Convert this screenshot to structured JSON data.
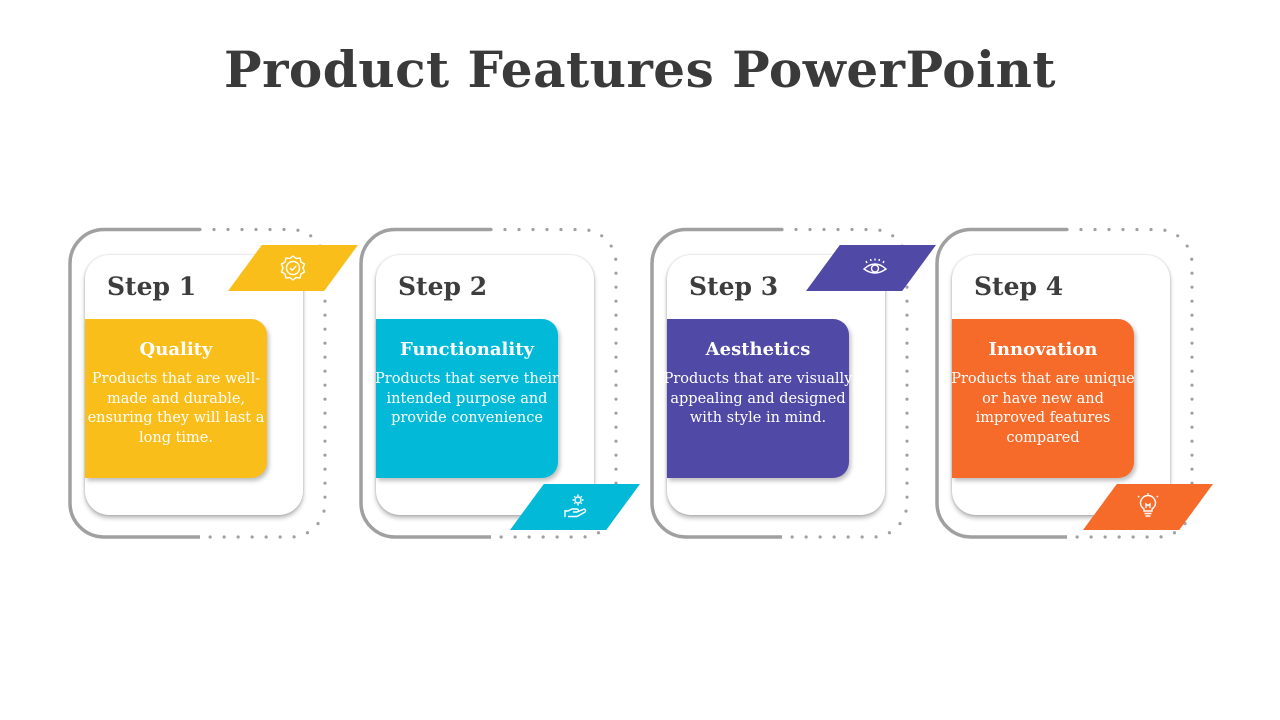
{
  "title": "Product Features PowerPoint",
  "steps": [
    {
      "step_label": "Step 1",
      "heading": "Quality",
      "description": "Products that are well-made and durable, ensuring they will last a long time.",
      "color": "#F9BE19",
      "icon": "badge-check-icon"
    },
    {
      "step_label": "Step 2",
      "heading": "Functionality",
      "description": "Products that serve their intended purpose and provide convenience",
      "color": "#02BAD8",
      "icon": "gear-hand-icon"
    },
    {
      "step_label": "Step 3",
      "heading": "Aesthetics",
      "description": "Products that are visually appealing and designed with style in mind.",
      "color": "#5049A6",
      "icon": "eye-icon"
    },
    {
      "step_label": "Step 4",
      "heading": "Innovation",
      "description": "Products that are unique or have new and improved features compared",
      "color": "#F66B29",
      "icon": "lightbulb-icon"
    }
  ],
  "colors": {
    "title_text": "#3A3A3A",
    "outline_gray": "#A0A0A0"
  }
}
